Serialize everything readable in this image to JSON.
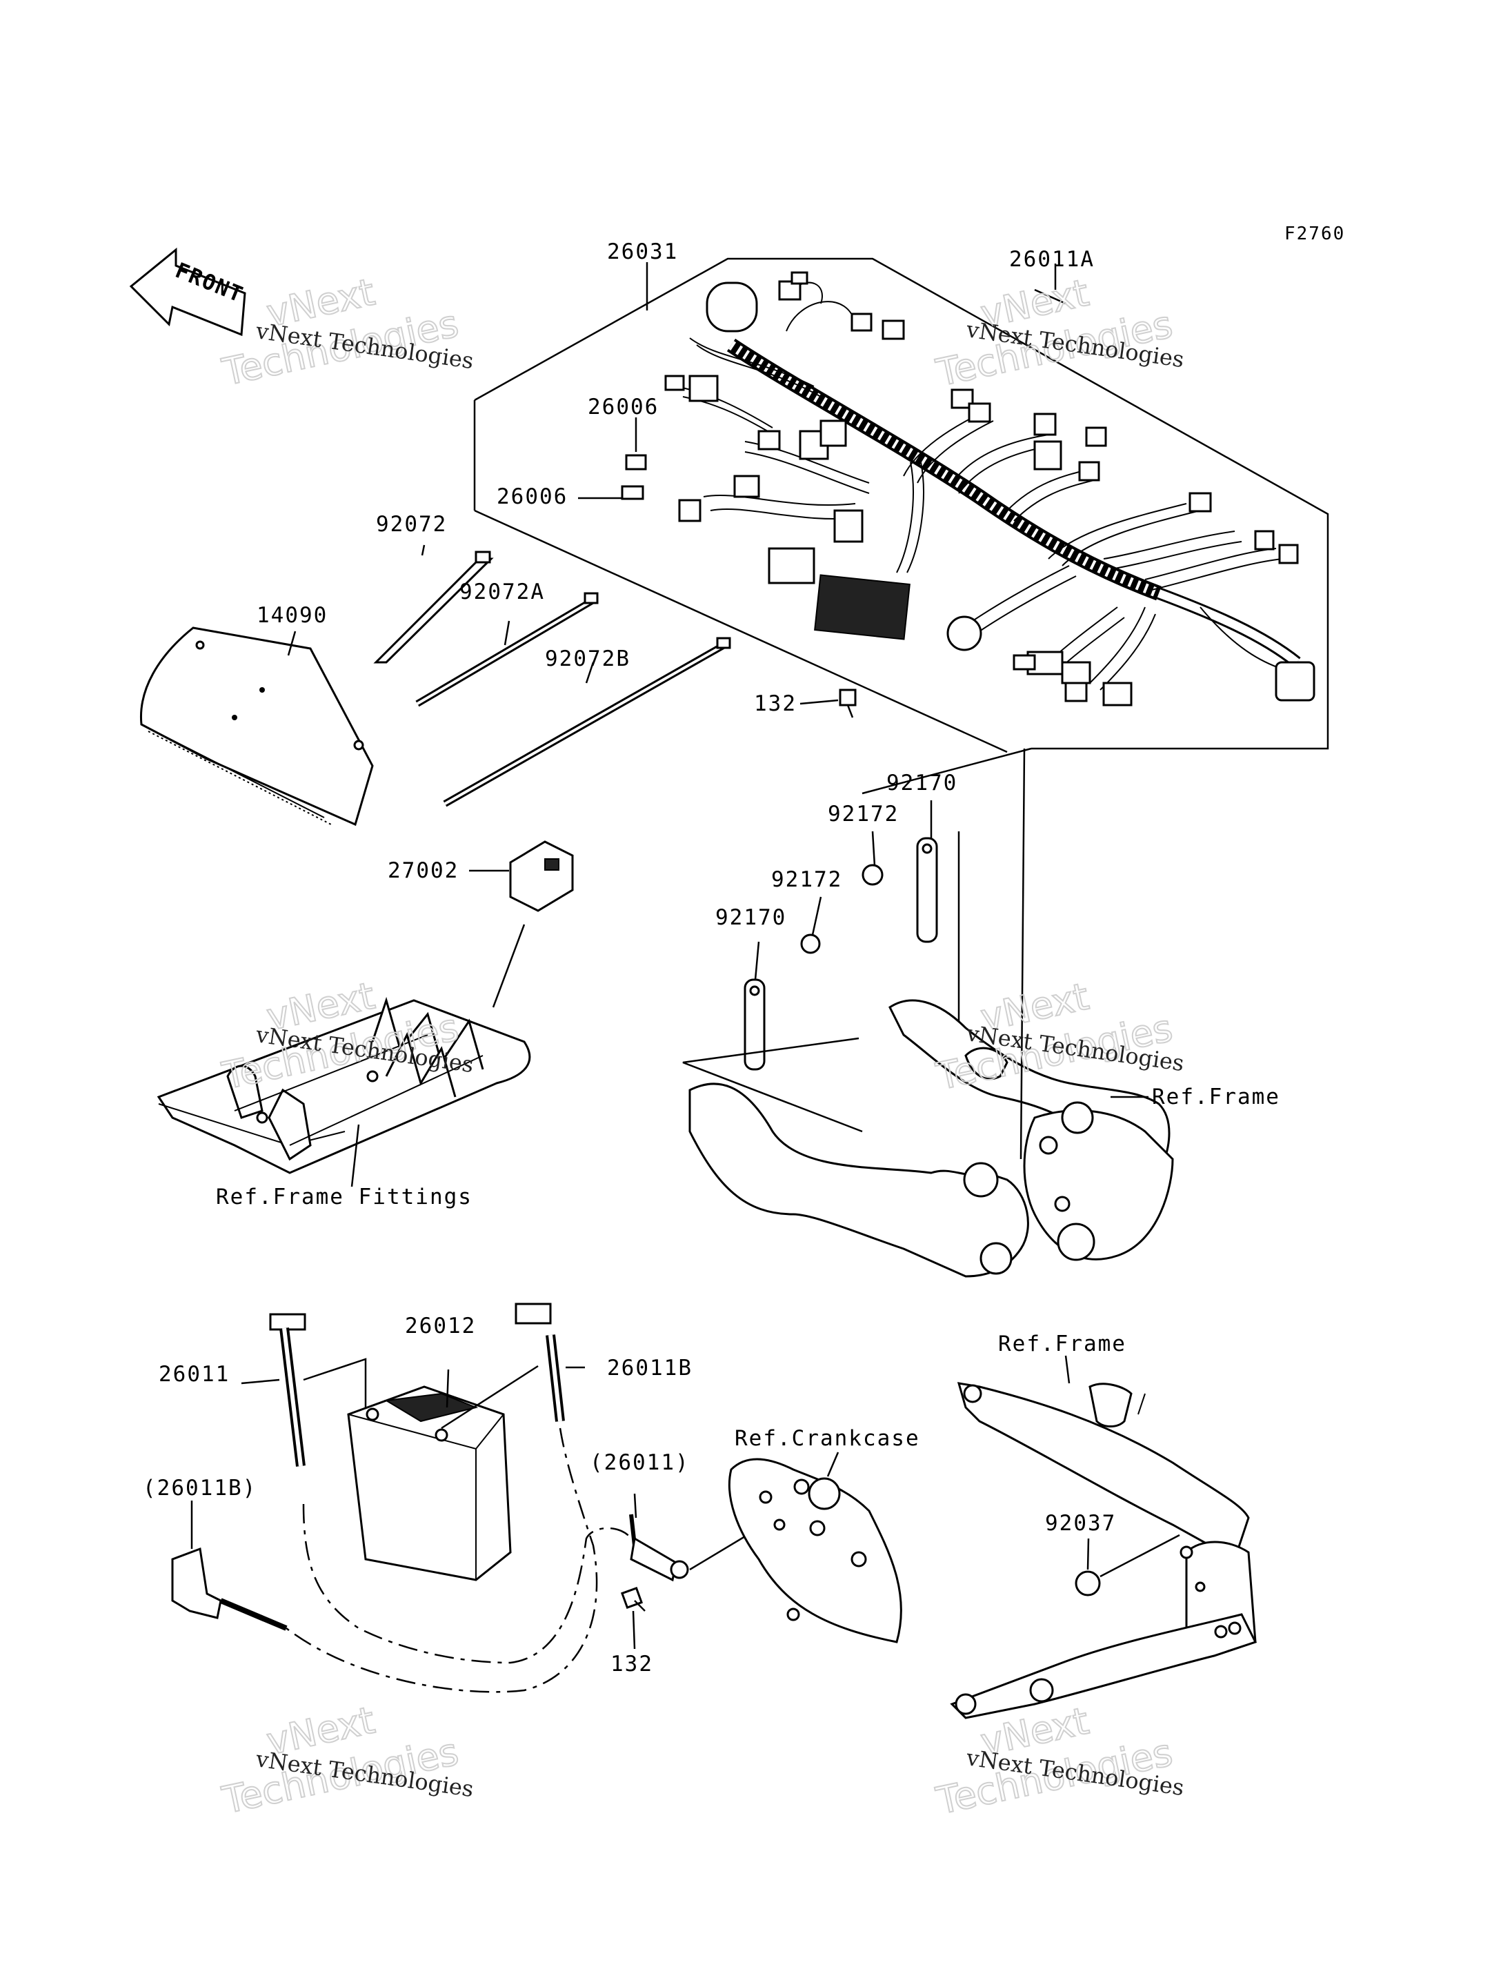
{
  "figure_code": "F2760",
  "front_arrow": {
    "text": "FRONT"
  },
  "watermark": {
    "line1": "vNext",
    "line2": "Technologies",
    "caption": "vNext Technologies"
  },
  "labels": {
    "l26031": "26031",
    "l26011A": "26011A",
    "l26006a": "26006",
    "l26006b": "26006",
    "l92072": "92072",
    "l14090": "14090",
    "l92072A": "92072A",
    "l92072B": "92072B",
    "l132a": "132",
    "l92170a": "92170",
    "l92172a": "92172",
    "l92172b": "92172",
    "l92170b": "92170",
    "l27002": "27002",
    "l26012": "26012",
    "l26011B": "26011B",
    "l26011": "26011",
    "l26011p": "(26011)",
    "l26011Bp": "(26011B)",
    "l132b": "132",
    "l92037": "92037"
  },
  "refs": {
    "frame1": "Ref.Frame",
    "frame_fittings": "Ref.Frame Fittings",
    "crankcase": "Ref.Crankcase",
    "frame2": "Ref.Frame"
  }
}
